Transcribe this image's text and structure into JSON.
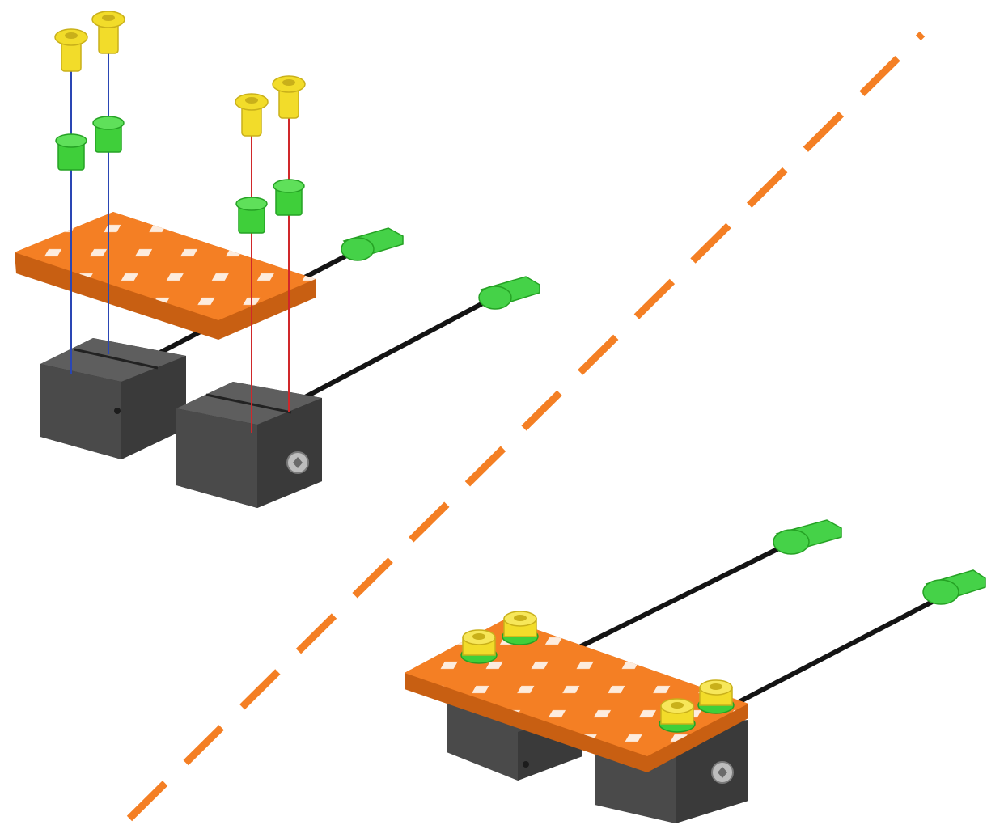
{
  "diagram": {
    "kind": "assembly-instruction",
    "steps": [
      {
        "view": "exploded",
        "fasteners": 4,
        "bolt_color_name": "yellow",
        "bushing_color_name": "green"
      },
      {
        "view": "assembled",
        "fasteners": 4
      }
    ],
    "colors": {
      "plate": "#f47f24",
      "plate_dark": "#c85f12",
      "block": "#4a4a4a",
      "block_top": "#5e5e5e",
      "block_dark": "#2f2f2f",
      "bolt": "#f2dc2a",
      "bolt_dark": "#c9b01a",
      "bushing": "#3fcf3a",
      "bushing_dark": "#25a224",
      "tab": "#45d248",
      "wire": "#141414",
      "guide_left": "#2a46b4",
      "guide_right": "#d0282a",
      "divider": "#f47f24"
    }
  }
}
